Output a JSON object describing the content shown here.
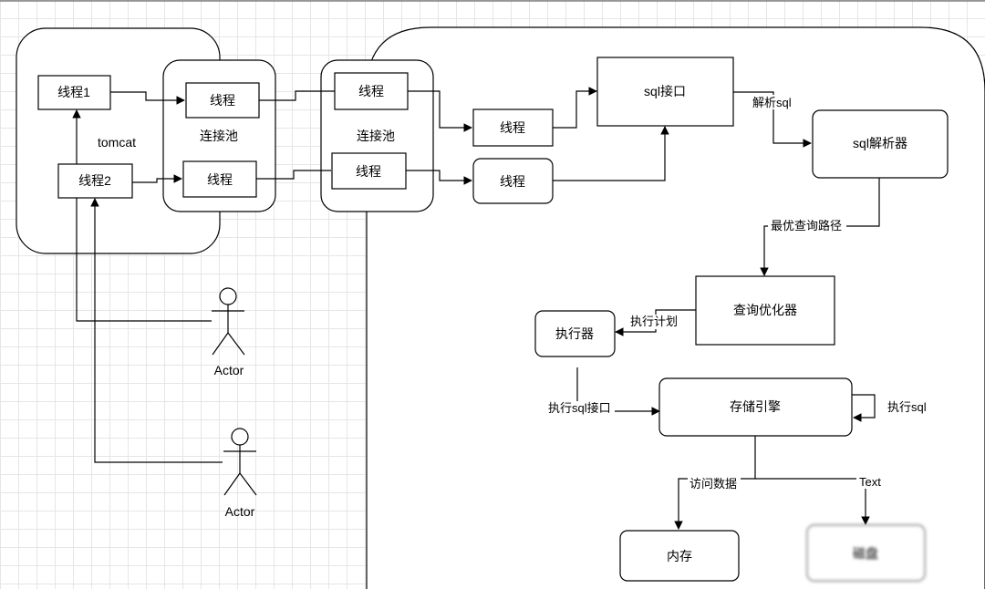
{
  "nodes": {
    "tomcat_label": "tomcat",
    "thread1": "线程1",
    "thread2": "线程2",
    "pool1_thread_a": "线程",
    "pool1_thread_b": "线程",
    "pool1_label": "连接池",
    "pool2_thread_a": "线程",
    "pool2_thread_b": "线程",
    "pool2_label": "连接池",
    "mid_thread_a": "线程",
    "mid_thread_b": "线程",
    "sql_interface": "sql接口",
    "sql_parser": "sql解析器",
    "query_optimizer": "查询优化器",
    "executor": "执行器",
    "storage_engine": "存储引擎",
    "memory": "内存",
    "disk": "磁盘",
    "actor1": "Actor",
    "actor2": "Actor"
  },
  "edge_labels": {
    "parse_sql": "解析sql",
    "best_path": "最优查询路径",
    "exec_plan": "执行计划",
    "exec_sql_interface": "执行sql接口",
    "exec_sql": "执行sql",
    "access_data": "访问数据",
    "text": "Text"
  }
}
